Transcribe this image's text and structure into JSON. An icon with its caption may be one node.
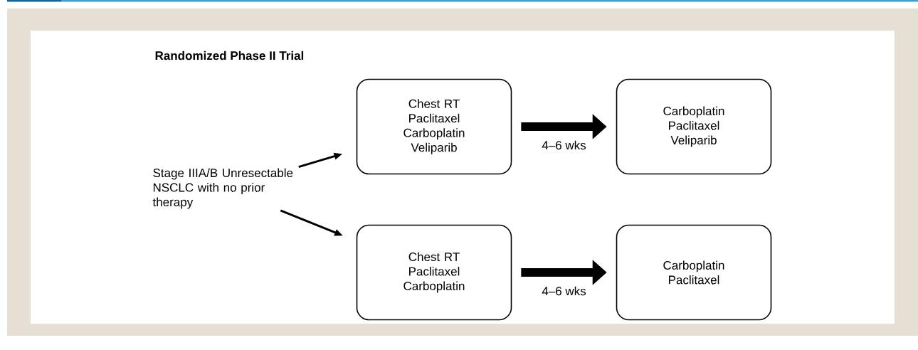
{
  "diagram": {
    "title": "Randomized Phase II Trial",
    "nodes": [
      {
        "text": [
          "Stage IIIA/B Unresectable NSCLC with no prior therapy"
        ]
      },
      {
        "text": [
          "Chest RT Paclitaxel Carboplatin Veliparib"
        ]
      },
      {
        "text": [
          "Carboplatin Paclitaxel Veliparib"
        ]
      },
      {
        "text": [
          "Chest RT Paclitaxel Carboplatin"
        ]
      },
      {
        "text": [
          "Carboplatin Paclitaxel"
        ]
      }
    ],
    "edges": [
      {
        "from": 0,
        "to": 1,
        "arrow": "to"
      },
      {
        "from": 1,
        "to": 2,
        "arrow": "to",
        "label": "4–6 wks",
        "style": "thick"
      },
      {
        "from": 0,
        "to": 3,
        "arrow": "to"
      },
      {
        "from": 3,
        "to": 4,
        "arrow": "to",
        "label": "4–6 wks",
        "style": "thick"
      }
    ]
  }
}
